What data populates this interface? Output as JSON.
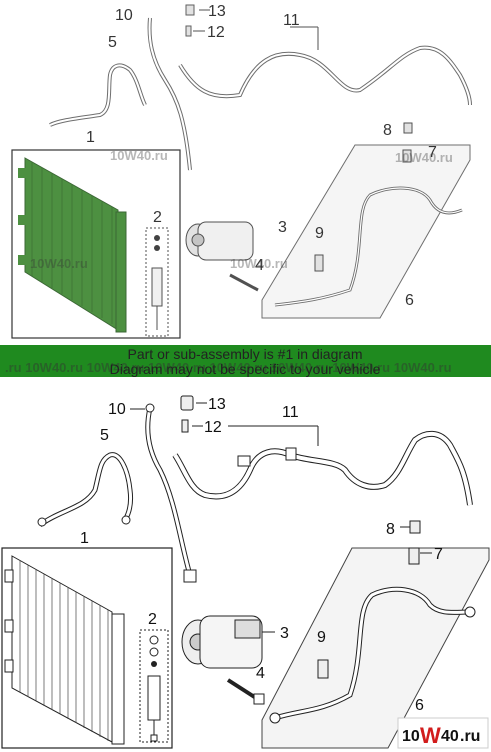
{
  "top_diagram": {
    "callouts": {
      "c1": "1",
      "c2": "2",
      "c3": "3",
      "c4": "4",
      "c5": "5",
      "c6": "6",
      "c7": "7",
      "c8": "8",
      "c9": "9",
      "c10": "10",
      "c11": "11",
      "c12": "12",
      "c13": "13"
    }
  },
  "banner": {
    "line1": "Part or sub-assembly is #1 in diagram",
    "line2": "Diagram may not be specific to your vehicle",
    "color": "#1f8a1f"
  },
  "bottom_diagram": {
    "callouts": {
      "c1": "1",
      "c2": "2",
      "c3": "3",
      "c4": "4",
      "c5": "5",
      "c6": "6",
      "c7": "7",
      "c8": "8",
      "c9": "9",
      "c10": "10",
      "c11": "11",
      "c12": "12",
      "c13": "13"
    }
  },
  "watermark": {
    "text": "10W40.ru",
    "logo_text_a": "10",
    "logo_text_b": "W",
    "logo_text_c": "40",
    "logo_text_d": ".ru"
  },
  "colors": {
    "highlight_green": "#2e7d20",
    "line": "#222222",
    "panel": "#f4f4f4"
  }
}
